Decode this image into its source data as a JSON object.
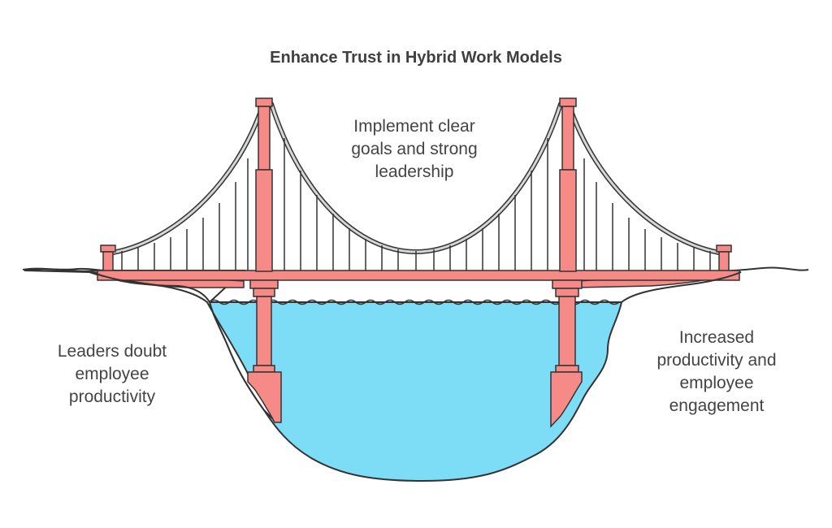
{
  "title": "Enhance Trust in Hybrid Work Models",
  "labels": {
    "center": "Implement clear\ngoals and strong\nleadership",
    "left": "Leaders doubt\nemployee\nproductivity",
    "right": "Increased\nproductivity and\nemployee\nengagement"
  },
  "colors": {
    "tower": "#f58a86",
    "tower_dark": "#ee7272",
    "water": "#7ddcf6",
    "outline": "#333333",
    "cable": "#d6d6d6"
  }
}
